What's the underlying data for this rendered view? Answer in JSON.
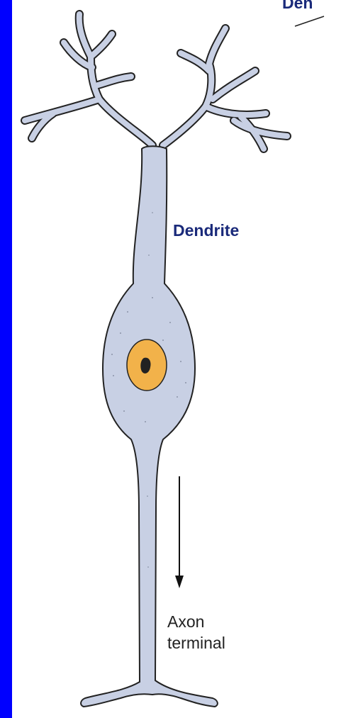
{
  "labels": {
    "top_cutoff": "Den",
    "dendrite": "Dendrite",
    "axon_terminal_line1": "Axon",
    "axon_terminal_line2": "terminal"
  },
  "colors": {
    "background": "#ffffff",
    "border": "#0000ff",
    "cell_fill": "#c8d0e4",
    "cell_outline": "#222222",
    "nucleus_fill": "#f2b24a",
    "nucleolus_fill": "#222222",
    "label_blue": "#1a2a7a"
  },
  "icons": {
    "arrow": "down-arrow-icon"
  }
}
